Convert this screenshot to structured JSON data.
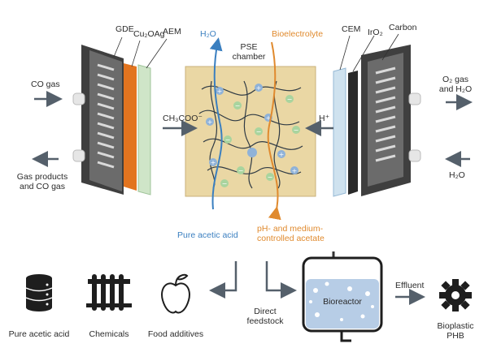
{
  "colors": {
    "water_blue": "#3a7fc0",
    "bioelectrolyte_orange": "#e08a2e",
    "chamber_fill": "#ead7a4",
    "electrode_dark": "#3d3d3d",
    "gde_orange": "#e2741f",
    "aem_green": "#cfe5c8",
    "cem_blue": "#cfe2ef",
    "ion_blue": "#8fb2d8",
    "ion_green": "#a9d49e",
    "bioreactor_liquid": "#b7cde6"
  },
  "cell": {
    "left_layers": {
      "gde": "GDE",
      "cu2oag": "Cu₂OAg",
      "aem": "AEM"
    },
    "right_layers": {
      "cem": "CEM",
      "iro2": "IrO₂",
      "carbon": "Carbon"
    },
    "chamber": {
      "line1": "PSE",
      "line2": "chamber",
      "water_in": "H₂O",
      "bioelectrolyte": "Bioelectrolyte",
      "acetate_ion": "CH₃COO⁻",
      "proton": "H⁺"
    },
    "left_io": {
      "in": "CO gas",
      "out_line1": "Gas products",
      "out_line2": "and CO gas"
    },
    "right_io": {
      "out_line1": "O₂ gas",
      "out_line2": "and H₂O",
      "in": "H₂O"
    }
  },
  "outputs": {
    "pure_acid": "Pure acetic acid",
    "ph_line1": "pH- and medium-",
    "ph_line2": "controlled acetate"
  },
  "bottom": {
    "products": [
      {
        "label": "Pure acetic acid",
        "icon": "database-icon"
      },
      {
        "label": "Chemicals",
        "icon": "test-tubes-icon"
      },
      {
        "label": "Food additives",
        "icon": "apple-icon"
      }
    ],
    "feed_line1": "Direct",
    "feed_line2": "feedstock",
    "bioreactor": "Bioreactor",
    "effluent": "Effluent",
    "bioplastic_line1": "Bioplastic",
    "bioplastic_line2": "PHB"
  }
}
